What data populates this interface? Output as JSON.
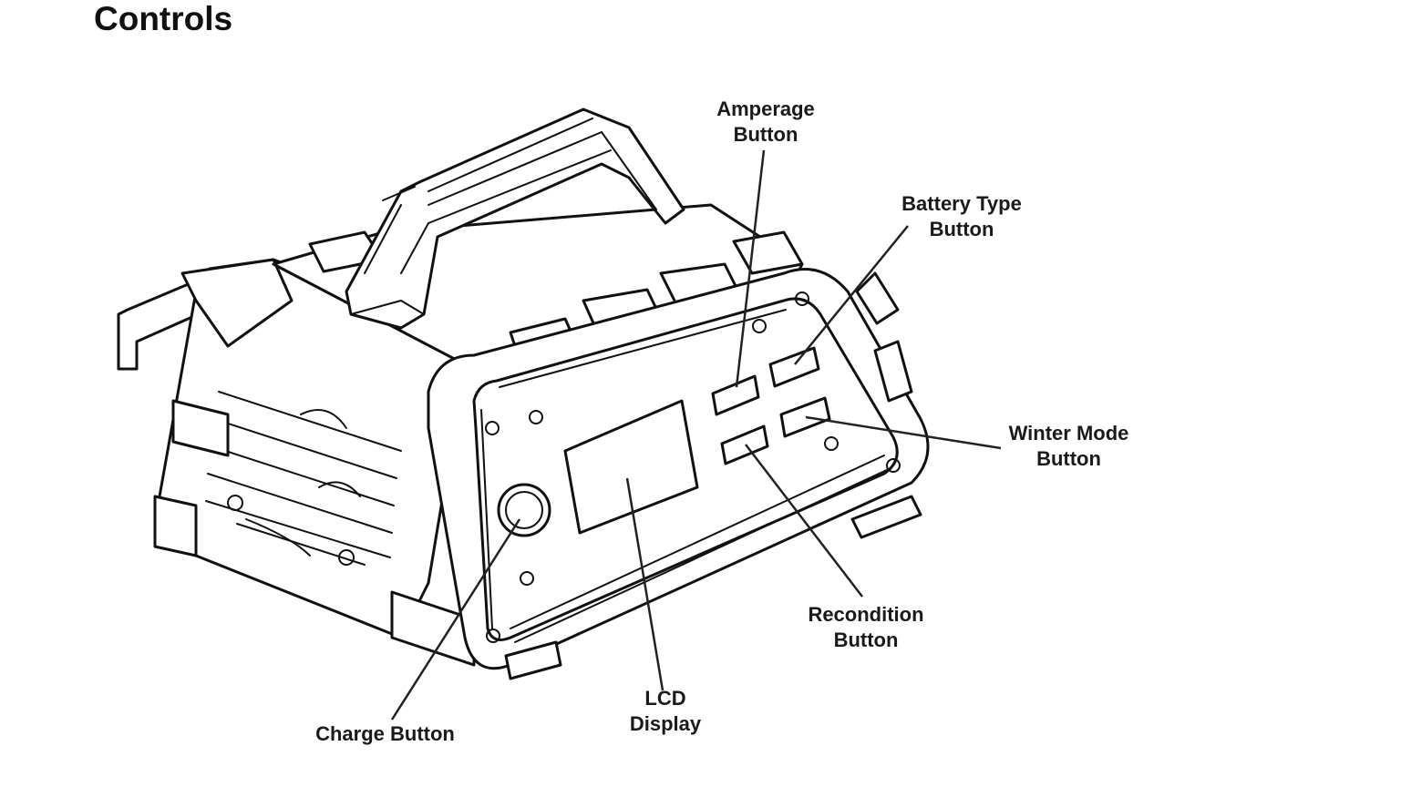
{
  "title": "Controls",
  "callouts": {
    "amperage": {
      "line1": "Amperage",
      "line2": "Button"
    },
    "battery_type": {
      "line1": "Battery Type",
      "line2": "Button"
    },
    "winter_mode": {
      "line1": "Winter Mode",
      "line2": "Button"
    },
    "recondition": {
      "line1": "Recondition",
      "line2": "Button"
    },
    "lcd": {
      "line1": "LCD",
      "line2": "Display"
    },
    "charge": {
      "line1": "Charge Button"
    }
  },
  "icons": {
    "device": "battery-charger-illustration"
  }
}
